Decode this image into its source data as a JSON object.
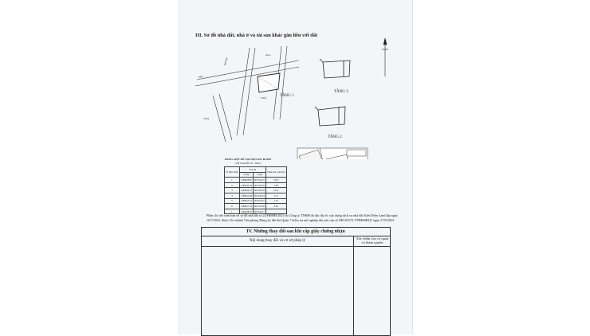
{
  "section3": {
    "heading": "III. Sơ đồ nhà đất, nhà ở và tài sản khác gắn liền với đất"
  },
  "plan": {
    "floors": [
      "TẦNG 1",
      "TẦNG 3",
      "TẦNG 2"
    ]
  },
  "coord_table": {
    "title": "BẢNG LIỆT KÊ TỌA ĐỘ GÓC RANH",
    "subtitle": "( HỆ TỌA ĐỘ VN - 2000 )",
    "headers": [
      "Số hiệu điểm",
      "X (m)",
      "Y (m)",
      "Chiều dài cạnh (m)"
    ],
    "header_group": "Tọa độ",
    "rows": [
      [
        "1",
        "1189028.87",
        "603744.27",
        "13.97"
      ],
      [
        "2",
        "1189033.44",
        "603730.50",
        "7.08"
      ],
      [
        "3",
        "1189026.73",
        "603728.18",
        "12.51"
      ],
      [
        "4",
        "1189025.48",
        "603740.63",
        "3.12"
      ],
      [
        "5",
        "1189023.51",
        "603744.22",
        "2.72"
      ],
      [
        "6",
        "1189027.04",
        "603745.09",
        "4.02"
      ],
      [
        "1",
        "1189028.87",
        "603744.27",
        ""
      ]
    ]
  },
  "note": "Phần chi tiết xem bản vẽ sơ đồ nhà đất số 24/HĐHĐ/2023 do Công ty TNHH đo đạc địa ốc xây dựng dịch vụ nhà đất Kiến Điền Land lập ngày 16/7/2023, được Chi nhánh Văn phòng Đăng ký đất đai Quận 7 kiểm tra nội nghiệp đạt yêu cầu số NB-29/CN.VPĐKĐĐQ7 ngày 27/8/2023.",
  "section4": {
    "heading": "IV. Những thay đổi sau khi cấp giấy chứng nhận",
    "col1": "Nội dung thay đổi và cơ sở pháp lý",
    "col2": "Xác nhận của cơ quan có thẩm quyền"
  }
}
